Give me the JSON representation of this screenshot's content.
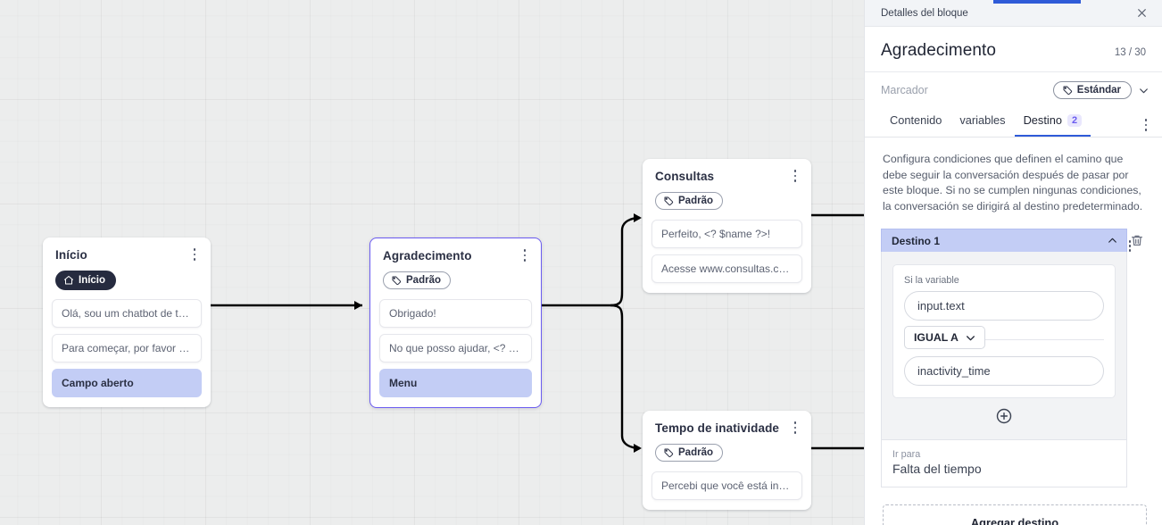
{
  "canvas": {
    "nodes": [
      {
        "id": "inicio",
        "title": "Início",
        "badge": "Início",
        "badge_icon": "home-icon",
        "badge_style": "dark",
        "messages": [
          {
            "text": "Olá, sou um chatbot de teste!",
            "highlighted": false
          },
          {
            "text": "Para começar, por favor digite o ...",
            "highlighted": false
          },
          {
            "text": "Campo aberto",
            "highlighted": true
          }
        ]
      },
      {
        "id": "agradecimento",
        "title": "Agradecimento",
        "badge": "Padrão",
        "badge_icon": "tag-icon",
        "badge_style": "outline",
        "selected": true,
        "messages": [
          {
            "text": "Obrigado!",
            "highlighted": false
          },
          {
            "text": "No que posso ajudar, <? $name ...",
            "highlighted": false
          },
          {
            "text": "Menu",
            "highlighted": true
          }
        ]
      },
      {
        "id": "consultas",
        "title": "Consultas",
        "badge": "Padrão",
        "badge_icon": "tag-icon",
        "badge_style": "outline",
        "messages": [
          {
            "text": "Perfeito, <? $name ?>!",
            "highlighted": false
          },
          {
            "text": "Acesse www.consultas.com par...",
            "highlighted": false
          }
        ]
      },
      {
        "id": "inatividade",
        "title": "Tempo de inatividade",
        "badge": "Padrão",
        "badge_icon": "tag-icon",
        "badge_style": "outline",
        "messages": [
          {
            "text": "Percebi que você está inativo. C...",
            "highlighted": false
          }
        ]
      }
    ]
  },
  "panel": {
    "header_title": "Detalles del bloque",
    "close_icon": "close-icon",
    "block_title": "Agradecimento",
    "counter": "13 / 30",
    "marcador": {
      "label": "Marcador",
      "chip_label": "Estándar",
      "chip_icon": "tag-icon",
      "chevron_icon": "chevron-down-icon"
    },
    "tabs": [
      {
        "label": "Contenido",
        "active": false
      },
      {
        "label": "variables",
        "active": false
      },
      {
        "label": "Destino",
        "active": true,
        "badge": "2"
      }
    ],
    "overflow_icon": "kebab-icon",
    "description": "Configura condiciones que definen el camino que debe seguir la conversación después de pasar por este bloque. Si no se cumplen ningunas condiciones, la conversación se dirigirá al destino predeterminado.",
    "destination": {
      "header": "Destino 1",
      "collapse_icon": "chevron-up-icon",
      "delete_icon": "trash-icon",
      "condition": {
        "label": "Si la variable",
        "variable_value": "input.text",
        "operator": "IGUAL A",
        "operator_icon": "chevron-down-icon",
        "value": "inactivity_time",
        "add_icon": "plus-circle-icon"
      },
      "goto": {
        "label": "Ir para",
        "value": "Falta del tiempo",
        "menu_icon": "kebab-icon"
      }
    },
    "add_destination_label": "Agregar destino"
  },
  "colors": {
    "accent_blue": "#2f5bd8",
    "accent_purple": "#6a5bf0",
    "highlight_lavender": "#c3cdf5",
    "canvas_bg": "#eceded",
    "dark_badge": "#262b3f"
  }
}
